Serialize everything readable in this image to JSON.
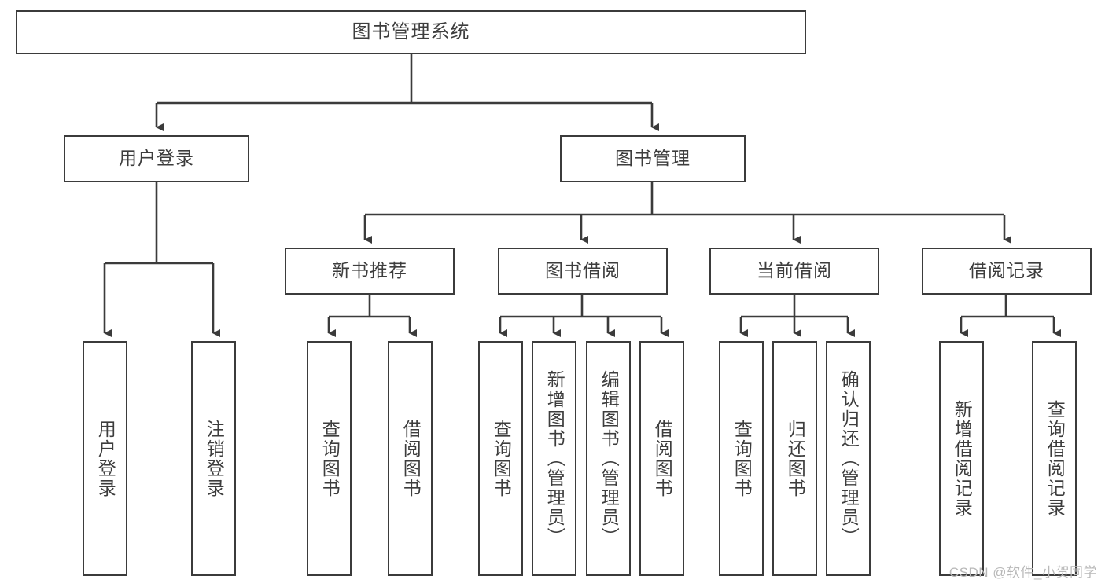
{
  "diagram": {
    "title": "图书管理系统",
    "type": "hierarchy-tree",
    "watermark": "CSDN @软件_小贺同学",
    "colors": {
      "box_border": "#3b3b3b",
      "box_fill": "#ffffff",
      "text": "#3d3d3d",
      "connector": "#3b3b3b",
      "watermark": "#b8b8b8"
    },
    "levels": [
      {
        "level": 1,
        "nodes": [
          {
            "id": "root",
            "label": "图书管理系统",
            "orientation": "horizontal"
          }
        ]
      },
      {
        "level": 2,
        "nodes": [
          {
            "id": "login",
            "label": "用户登录",
            "orientation": "horizontal",
            "parent": "root"
          },
          {
            "id": "bookmgmt",
            "label": "图书管理",
            "orientation": "horizontal",
            "parent": "root"
          }
        ]
      },
      {
        "level": 3,
        "nodes": [
          {
            "id": "newbook",
            "label": "新书推荐",
            "orientation": "horizontal",
            "parent": "bookmgmt"
          },
          {
            "id": "borrow",
            "label": "图书借阅",
            "orientation": "horizontal",
            "parent": "bookmgmt"
          },
          {
            "id": "current",
            "label": "当前借阅",
            "orientation": "horizontal",
            "parent": "bookmgmt"
          },
          {
            "id": "records",
            "label": "借阅记录",
            "orientation": "horizontal",
            "parent": "bookmgmt"
          }
        ]
      },
      {
        "level": 4,
        "nodes": [
          {
            "id": "leaf1",
            "label": "用户登录",
            "orientation": "vertical",
            "parent": "login"
          },
          {
            "id": "leaf2",
            "label": "注销登录",
            "orientation": "vertical",
            "parent": "login"
          },
          {
            "id": "leaf3",
            "label": "查询图书",
            "orientation": "vertical",
            "parent": "newbook"
          },
          {
            "id": "leaf4",
            "label": "借阅图书",
            "orientation": "vertical",
            "parent": "newbook"
          },
          {
            "id": "leaf5",
            "label": "查询图书",
            "orientation": "vertical",
            "parent": "borrow"
          },
          {
            "id": "leaf6",
            "label": "新增图书（管理员）",
            "orientation": "vertical",
            "parent": "borrow"
          },
          {
            "id": "leaf7",
            "label": "编辑图书（管理员）",
            "orientation": "vertical",
            "parent": "borrow"
          },
          {
            "id": "leaf8",
            "label": "借阅图书",
            "orientation": "vertical",
            "parent": "borrow"
          },
          {
            "id": "leaf9",
            "label": "查询图书",
            "orientation": "vertical",
            "parent": "current"
          },
          {
            "id": "leaf10",
            "label": "归还图书",
            "orientation": "vertical",
            "parent": "current"
          },
          {
            "id": "leaf11",
            "label": "确认归还（管理员）",
            "orientation": "vertical",
            "parent": "current"
          },
          {
            "id": "leaf12",
            "label": "新增借阅记录",
            "orientation": "vertical",
            "parent": "records"
          },
          {
            "id": "leaf13",
            "label": "查询借阅记录",
            "orientation": "vertical",
            "parent": "records"
          }
        ]
      }
    ]
  }
}
